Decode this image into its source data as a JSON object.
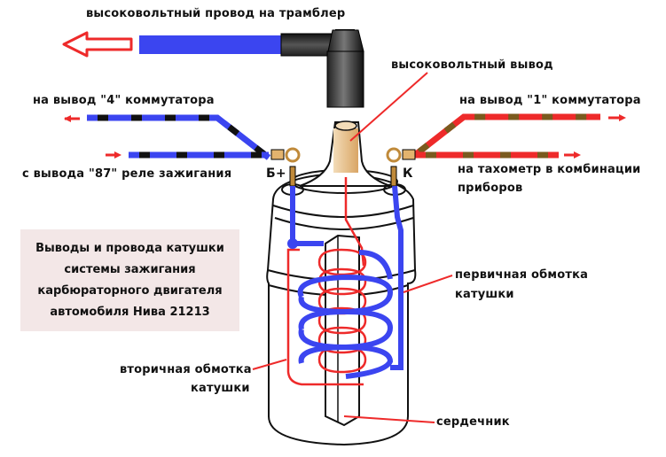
{
  "labels": {
    "hv_wire_to_distributor": "высоковольтный провод на трамблер",
    "hv_output": "высоковольтный вывод",
    "to_switch_terminal_4": "на вывод \"4\" коммутатора",
    "from_relay_87": "с вывода \"87\" реле зажигания",
    "to_switch_terminal_1": "на вывод \"1\" коммутатора",
    "to_tachometer_line1": "на тахометр в комбинации",
    "to_tachometer_line2": "приборов",
    "terminal_b_plus": "Б+",
    "terminal_k": "К",
    "primary_winding_line1": "первичная обмотка",
    "primary_winding_line2": "катушки",
    "secondary_winding_line1": "вторичная обмотка",
    "secondary_winding_line2": "катушки",
    "core": "сердечник"
  },
  "title_box": {
    "lines": [
      "Выводы и провода катушки",
      "системы зажигания",
      "карбюраторного двигателя",
      "автомобиля Нива 21213"
    ]
  },
  "colors": {
    "wire_blue": "#3b45f0",
    "wire_black": "#111111",
    "wire_red": "#ee2a2a",
    "wire_brown": "#7a5a1e",
    "arrow_red": "#ee2a2a",
    "terminal_tan": "#e3b36e",
    "title_bg": "#f3e7e7"
  }
}
